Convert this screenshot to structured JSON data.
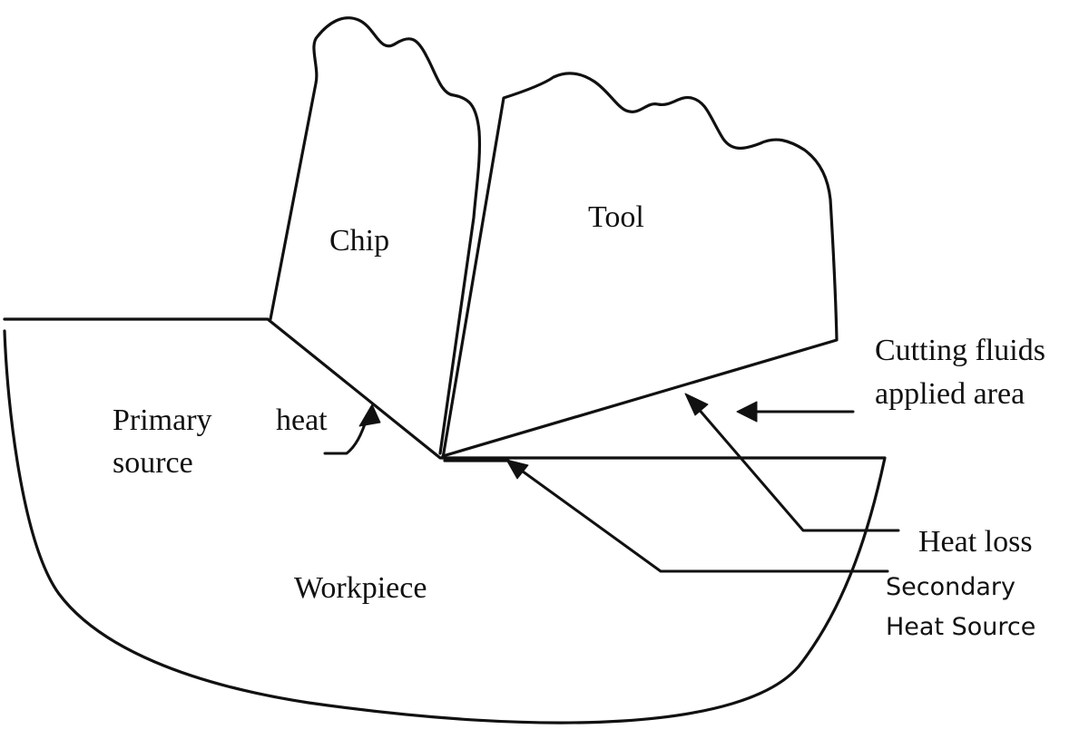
{
  "labels": {
    "chip": "Chip",
    "tool": "Tool",
    "workpiece": "Workpiece",
    "primary_source_line1": "Primary",
    "primary_source_line2": "source",
    "heat": "heat",
    "cutting_fluids_line1": "Cutting fluids",
    "cutting_fluids_line2": "applied area",
    "heat_loss": "Heat loss",
    "secondary_heat_source_line1": "Secondary",
    "secondary_heat_source_line2": "Heat Source"
  },
  "colors": {
    "line": "#111111",
    "background": "#ffffff"
  }
}
